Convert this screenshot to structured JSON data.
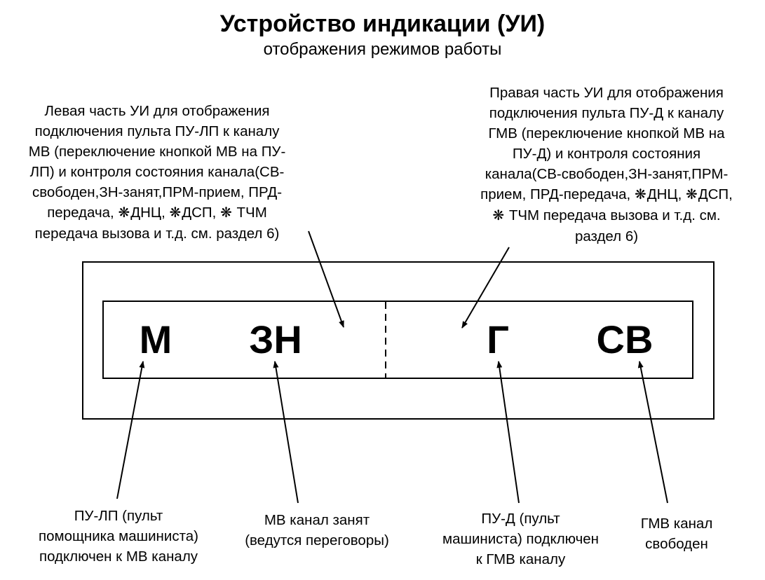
{
  "title": "Устройство индикации  (УИ)",
  "subtitle": "отображения режимов работы",
  "left_description": {
    "lines": [
      "Левая часть УИ для отображения",
      "подключения пульта ПУ-ЛП к каналу",
      "МВ (переключение кнопкой МВ на ПУ-",
      "ЛП) и контроля состояния канала(СВ-",
      "свободен,ЗН-занят,ПРМ-прием, ПРД-"
    ],
    "line6_a": "передача, ",
    "line6_b": "ДНЦ, ",
    "line6_c": "ДСП, ",
    "line6_d": " ТЧМ",
    "line7": "передача вызова и т.д. см. раздел 6)"
  },
  "right_description": {
    "lines": [
      "Правая часть УИ для отображения",
      "подключения пульта ПУ-Д к каналу",
      "ГМВ (переключение кнопкой МВ на",
      "ПУ-Д) и контроля состояния",
      "канала(СВ-свободен,ЗН-занят,ПРМ-"
    ],
    "line6_a": "прием, ПРД-передача, ",
    "line6_b": "ДНЦ, ",
    "line6_c": "ДСП,",
    "line7_a": " ТЧМ передача вызова и т.д. см.",
    "line8": "раздел 6)"
  },
  "star_symbol": "❋",
  "display": {
    "m": "М",
    "zn": "ЗН",
    "g": "Г",
    "sv": "СВ"
  },
  "labels": {
    "pu_lp": [
      "ПУ-ЛП (пульт",
      "помощника машиниста)",
      "подключен к МВ каналу"
    ],
    "mv_busy": [
      "МВ канал занят",
      "(ведутся переговоры)"
    ],
    "pu_d": [
      "ПУ-Д (пульт",
      "машиниста) подключен",
      "к ГМВ каналу"
    ],
    "gmv_free": [
      "ГМВ канал",
      "свободен"
    ]
  }
}
